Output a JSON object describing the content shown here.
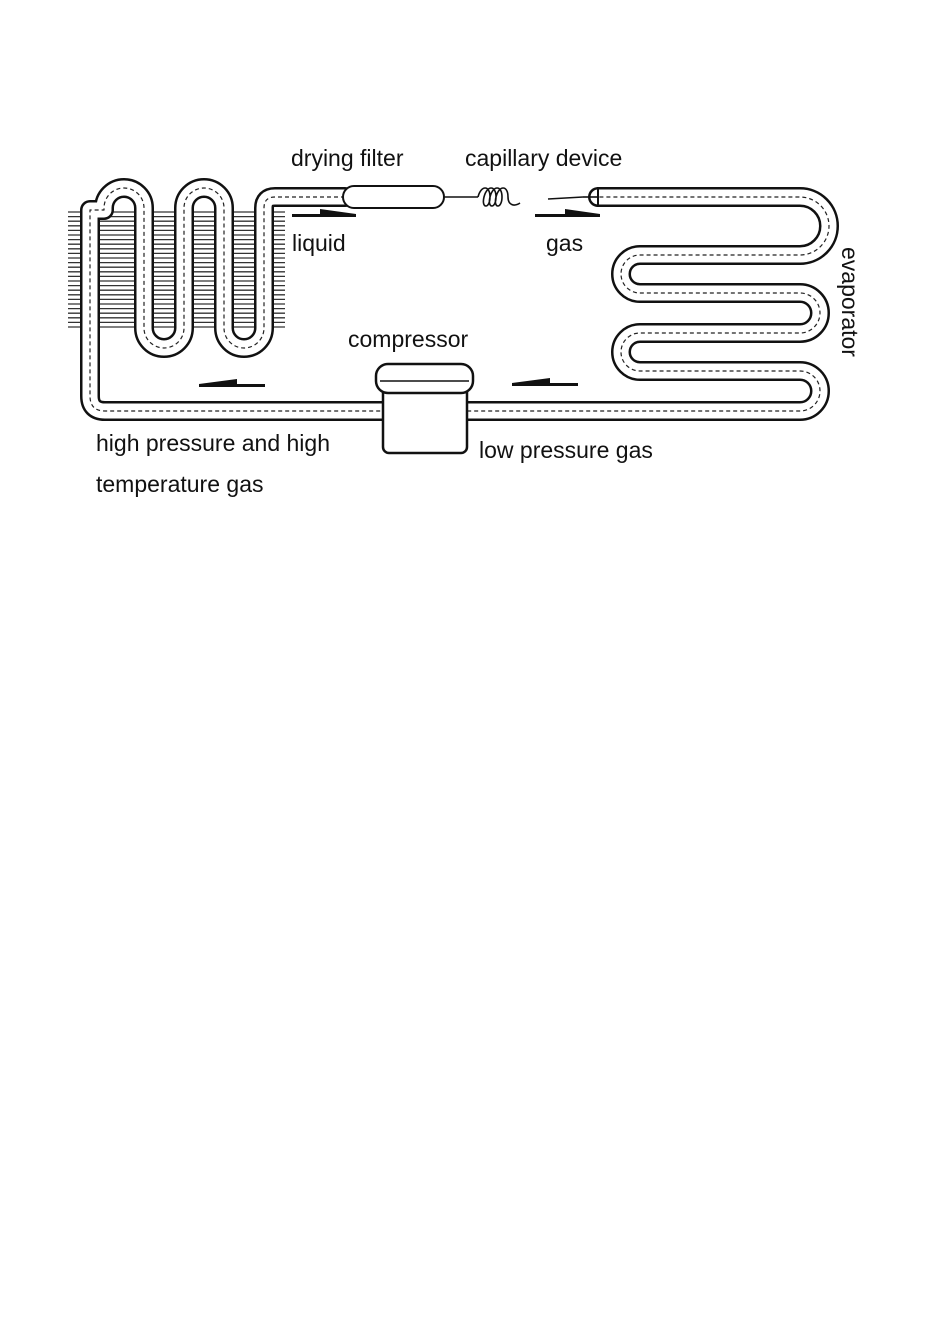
{
  "labels": {
    "drying_filter": "drying filter",
    "capillary_device": "capillary device",
    "liquid": "liquid",
    "gas": "gas",
    "evaporator": "evaporator",
    "compressor": "compressor",
    "high_pressure_line1": "high pressure and high",
    "high_pressure_line2": "temperature gas",
    "low_pressure_gas": "low pressure gas"
  },
  "colors": {
    "line": "#111111",
    "background": "#ffffff"
  }
}
